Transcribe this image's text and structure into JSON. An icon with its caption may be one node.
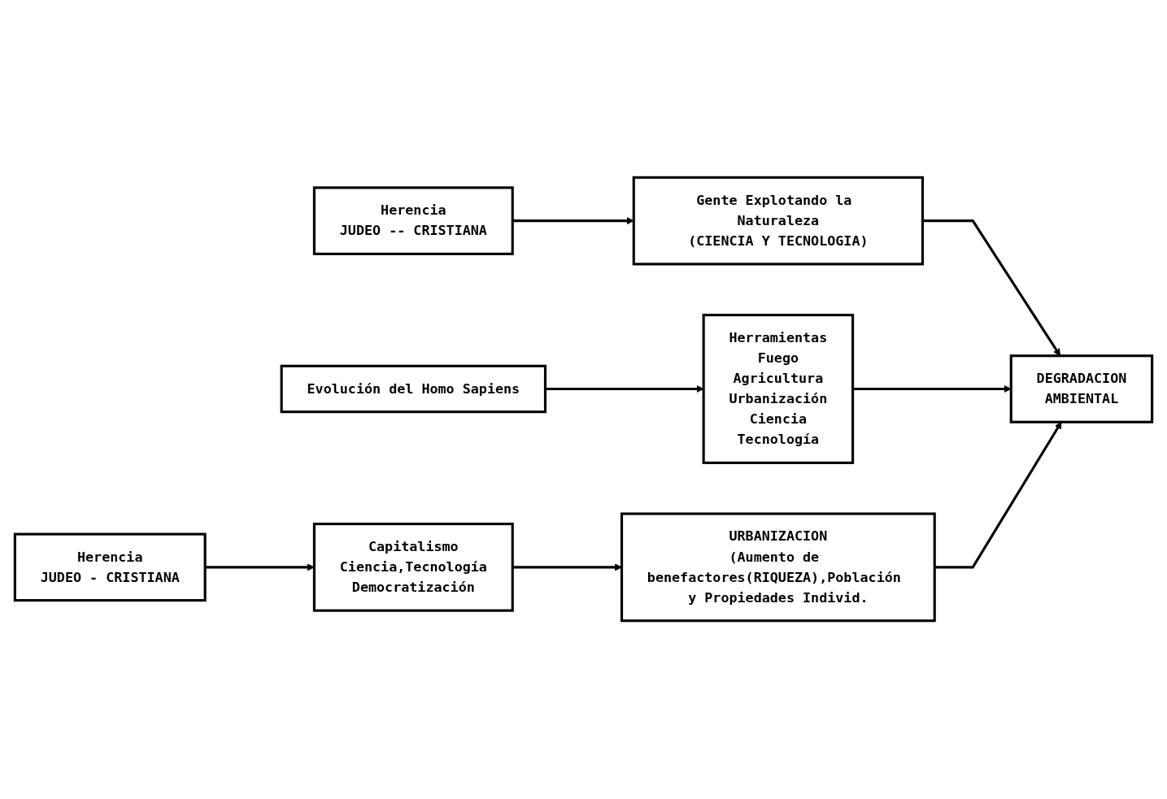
{
  "diagram": {
    "nodes": [
      {
        "text": [
          "Herencia",
          "JUDEO -- CRISTIANA"
        ]
      },
      {
        "text": [
          "Gente Explotando la Naturaleza",
          "(CIENCIA Y TECNOLOGIA)"
        ]
      },
      {
        "text": [
          "Evolución del Homo Sapiens"
        ]
      },
      {
        "text": [
          "Herramientas",
          "Fuego",
          "Agricultura",
          "Urbanización",
          "Ciencia",
          "Tecnología"
        ]
      },
      {
        "text": [
          "DEGRADACION",
          "AMBIENTAL"
        ]
      },
      {
        "text": [
          "Herencia",
          "JUDEO - CRISTIANA"
        ]
      },
      {
        "text": [
          "Capitalismo",
          "Ciencia,Tecnología",
          "Democratización"
        ]
      },
      {
        "text": [
          "URBANIZACION",
          "(Aumento de benefactores(RIQUEZA),Población y Propiedades Individ."
        ]
      }
    ],
    "edges": [
      {
        "from": 0,
        "to": 1,
        "arrow": "to"
      },
      {
        "from": 1,
        "to": 4,
        "arrow": "to"
      },
      {
        "from": 2,
        "to": 3,
        "arrow": "to"
      },
      {
        "from": 3,
        "to": 4,
        "arrow": "to"
      },
      {
        "from": 5,
        "to": 6,
        "arrow": "to"
      },
      {
        "from": 6,
        "to": 7,
        "arrow": "to"
      },
      {
        "from": 7,
        "to": 4,
        "arrow": "to"
      }
    ]
  }
}
